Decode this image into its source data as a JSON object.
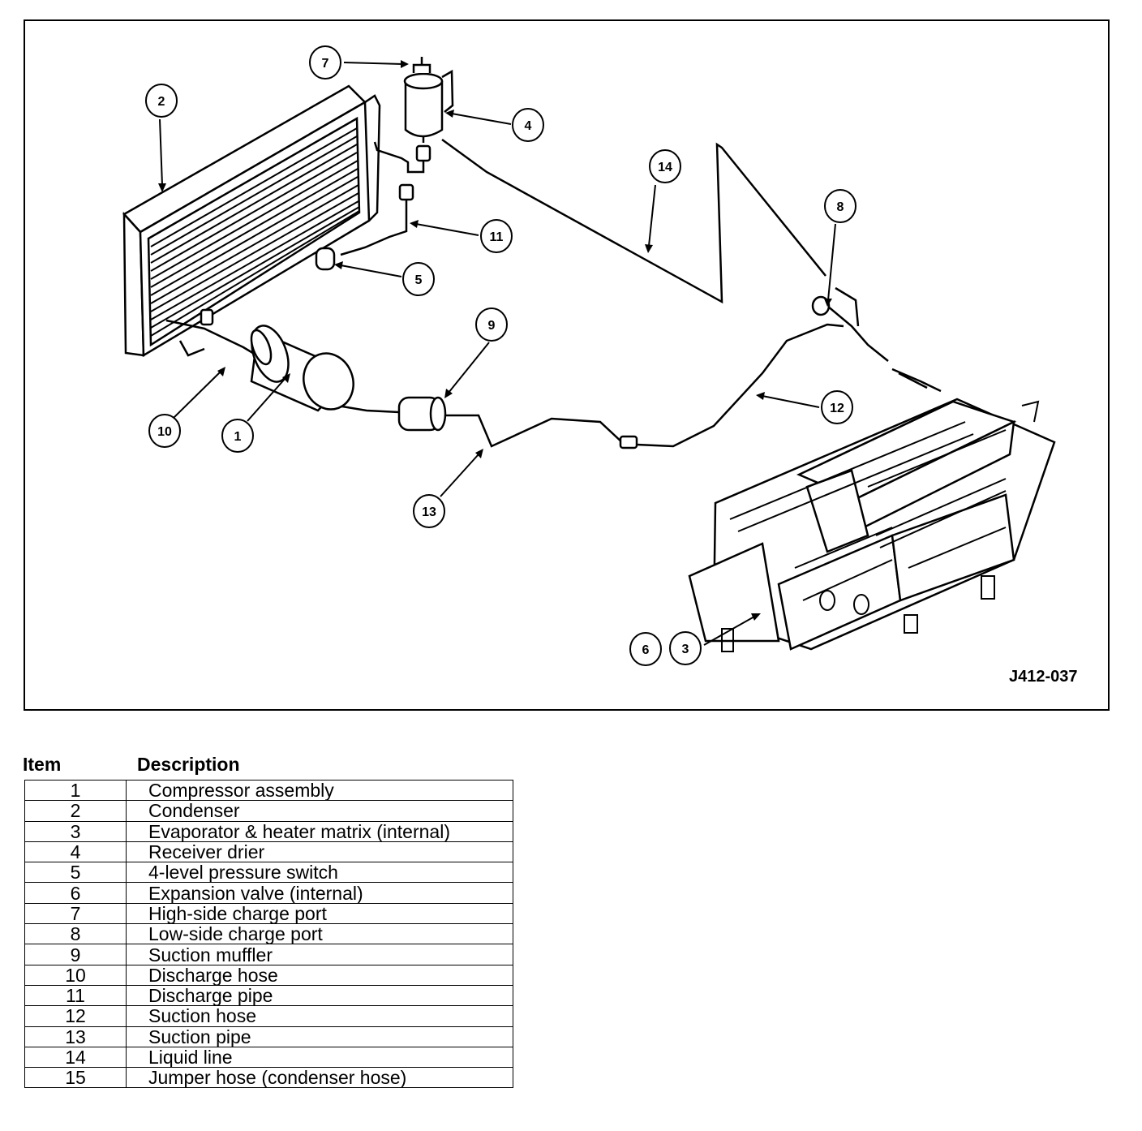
{
  "figure": {
    "figure_id": "J412-037",
    "callouts": [
      "1",
      "2",
      "3",
      "4",
      "5",
      "6",
      "7",
      "8",
      "9",
      "10",
      "11",
      "12",
      "13",
      "14"
    ]
  },
  "legend": {
    "header_item": "Item",
    "header_description": "Description",
    "rows": [
      {
        "item": "1",
        "description": "Compressor assembly"
      },
      {
        "item": "2",
        "description": "Condenser"
      },
      {
        "item": "3",
        "description": "Evaporator & heater matrix (internal)"
      },
      {
        "item": "4",
        "description": "Receiver drier"
      },
      {
        "item": "5",
        "description": "4-level pressure switch"
      },
      {
        "item": "6",
        "description": "Expansion valve (internal)"
      },
      {
        "item": "7",
        "description": "High-side charge port"
      },
      {
        "item": "8",
        "description": "Low-side charge port"
      },
      {
        "item": "9",
        "description": "Suction muffler"
      },
      {
        "item": "10",
        "description": "Discharge hose"
      },
      {
        "item": "11",
        "description": "Discharge pipe"
      },
      {
        "item": "12",
        "description": "Suction hose"
      },
      {
        "item": "13",
        "description": "Suction pipe"
      },
      {
        "item": "14",
        "description": "Liquid line"
      },
      {
        "item": "15",
        "description": "Jumper hose (condenser hose)"
      }
    ]
  }
}
